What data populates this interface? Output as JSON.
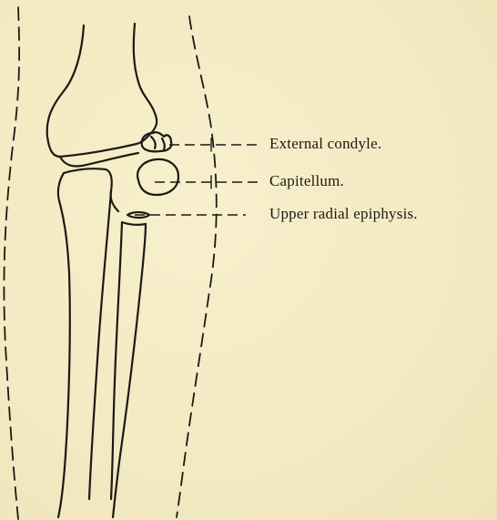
{
  "figure": {
    "labels": {
      "external_condyle": "External condyle.",
      "capitellum": "Capitellum.",
      "upper_radial_epiphysis": "Upper radial epiphysis."
    },
    "colors": {
      "paper": "#f5ecc6",
      "ink": "#1c1a15"
    }
  }
}
